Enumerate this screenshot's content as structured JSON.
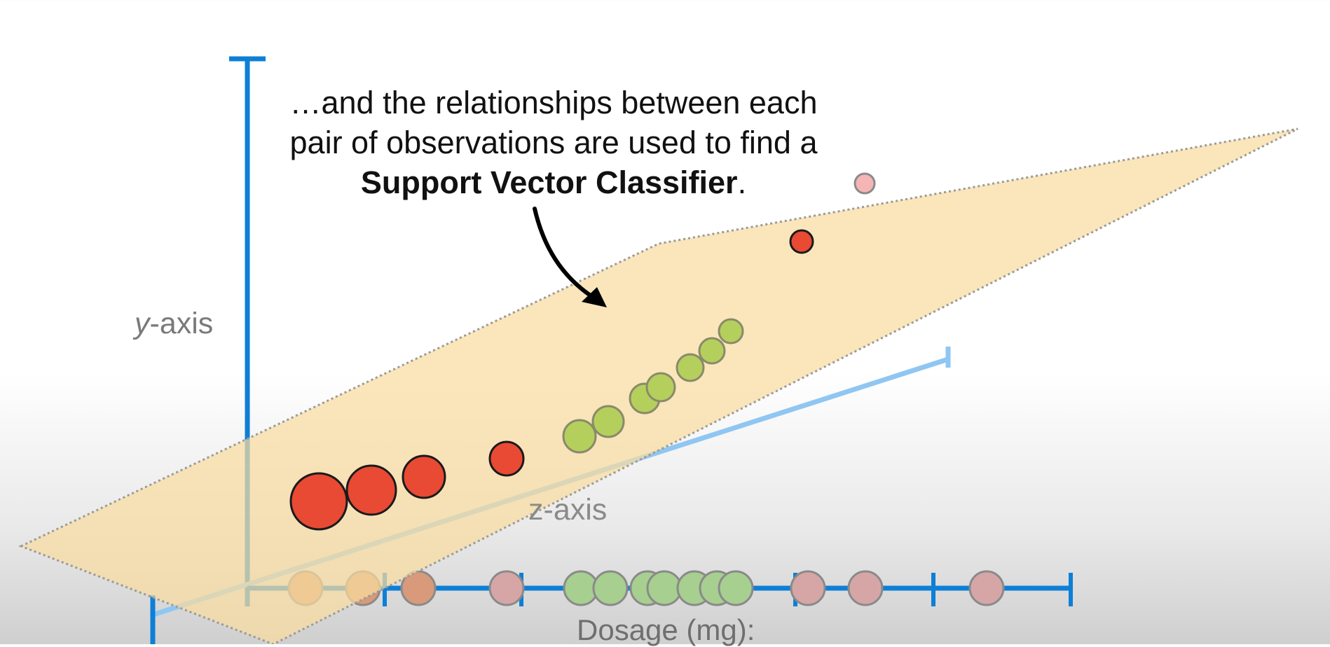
{
  "caption": {
    "line1": "…and the relationships between each",
    "line2": "pair of observations are used to find a",
    "bold": "Support Vector Classifier",
    "period": "."
  },
  "axes": {
    "y_italic": "y",
    "y_rest": "-axis",
    "z_label": "z-axis",
    "x_label": "Dosage (mg):"
  },
  "colors": {
    "axis_blue": "#0d7fd6",
    "z_axis_blue": "#8fc6f2",
    "plane_fill": "#f8dca0",
    "red": "#e84a33",
    "green": "#a9c94f",
    "pink": "#f6b5b5"
  },
  "chart_data": {
    "type": "scatter",
    "points_3d": [
      {
        "category": "red",
        "size": "large"
      },
      {
        "category": "red",
        "size": "large"
      },
      {
        "category": "red",
        "size": "large"
      },
      {
        "category": "red",
        "size": "medium"
      },
      {
        "category": "green",
        "size": "medium"
      },
      {
        "category": "green",
        "size": "medium"
      },
      {
        "category": "green",
        "size": "medium"
      },
      {
        "category": "green",
        "size": "medium"
      },
      {
        "category": "green",
        "size": "medium"
      },
      {
        "category": "green",
        "size": "small"
      },
      {
        "category": "green",
        "size": "small"
      },
      {
        "category": "red",
        "size": "small"
      },
      {
        "category": "pink",
        "size": "small"
      }
    ],
    "dosage_points": [
      "orange",
      "orange",
      "orange",
      "pink",
      "green",
      "green",
      "green",
      "green",
      "green",
      "green",
      "green",
      "pink",
      "pink",
      "pink"
    ]
  }
}
